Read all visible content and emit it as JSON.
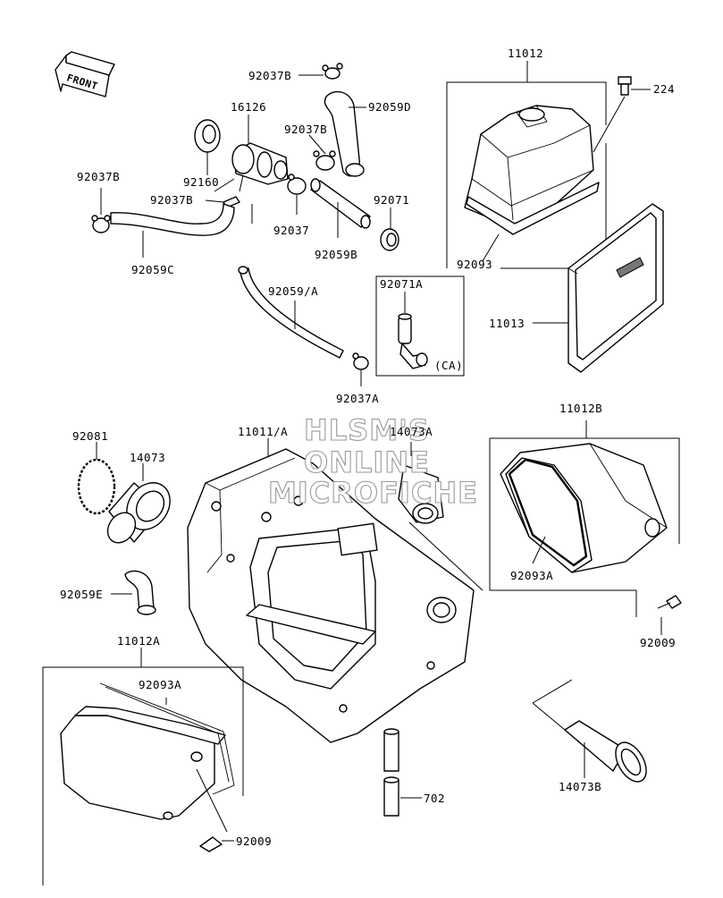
{
  "orientation_badge": {
    "text": "FRONT"
  },
  "watermark": {
    "lines": [
      "HLSM'S",
      "ONLINE",
      "MICROFICHE"
    ]
  },
  "variant_label": "(CA)",
  "callouts": {
    "c11012": "11012",
    "c224": "224",
    "c92037B_top": "92037B",
    "c92059D": "92059D",
    "c16126": "16126",
    "c92037B_mid": "92037B",
    "c92160": "92160",
    "c92037B_left": "92037B",
    "c92037B_small": "92037B",
    "c92071": "92071",
    "c92037": "92037",
    "c92059B": "92059B",
    "c92093": "92093",
    "c92059C": "92059C",
    "c92059A": "92059/A",
    "c92071A": "92071A",
    "c11013": "11013",
    "c92037A": "92037A",
    "c92081": "92081",
    "c14073": "14073",
    "c11011A": "11011/A",
    "c14073A": "14073A",
    "c11012B": "11012B",
    "c92093A_right": "92093A",
    "c92059E": "92059E",
    "c92009_right": "92009",
    "c11012A": "11012A",
    "c92093A_left": "92093A",
    "c702": "702",
    "c14073B": "14073B",
    "c92009_bottom": "92009"
  }
}
